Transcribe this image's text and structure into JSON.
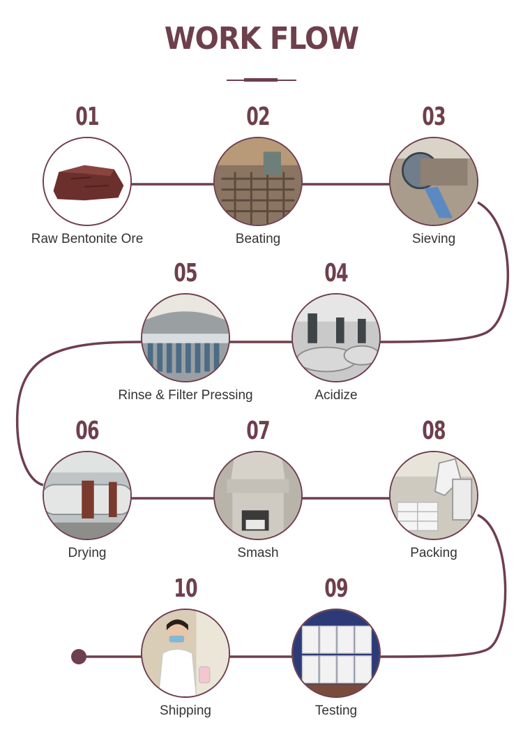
{
  "title": "WORK FLOW",
  "steps": [
    {
      "num": "01",
      "label": "Raw Bentonite Ore",
      "icon": "ore-icon"
    },
    {
      "num": "02",
      "label": "Beating",
      "icon": "factory-grate-icon"
    },
    {
      "num": "03",
      "label": "Sieving",
      "icon": "sieve-machine-icon"
    },
    {
      "num": "04",
      "label": "Acidize",
      "icon": "acid-tank-icon"
    },
    {
      "num": "05",
      "label": "Rinse & Filter Pressing",
      "icon": "filter-press-icon"
    },
    {
      "num": "06",
      "label": "Drying",
      "icon": "rotary-dryer-icon"
    },
    {
      "num": "07",
      "label": "Smash",
      "icon": "grinding-mill-icon"
    },
    {
      "num": "08",
      "label": "Packing",
      "icon": "robot-arm-icon"
    },
    {
      "num": "09",
      "label": "Testing",
      "icon": "bag-stack-icon"
    },
    {
      "num": "10",
      "label": "Shipping",
      "icon": "lab-technician-icon"
    }
  ],
  "colors": {
    "accent": "#6e3f4c",
    "text": "#333333"
  }
}
